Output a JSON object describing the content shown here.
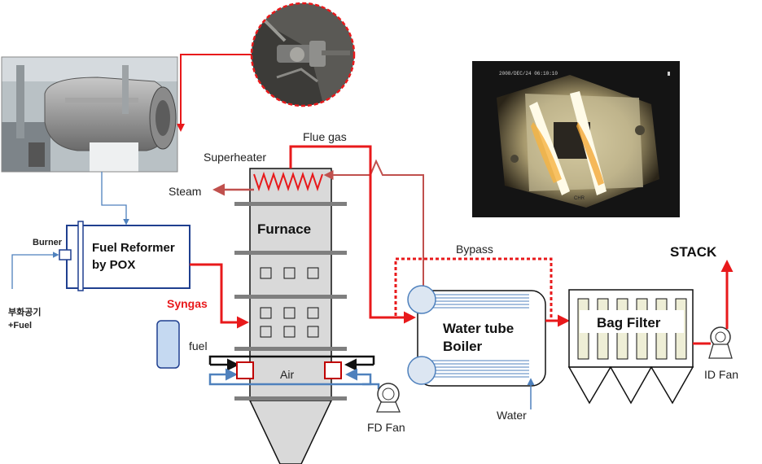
{
  "labels": {
    "superheater": "Superheater",
    "flue_gas": "Flue gas",
    "steam": "Steam",
    "furnace": "Furnace",
    "burner": "Burner",
    "fuel_reformer": "Fuel Reformer",
    "by_pox": "by POX",
    "syngas": "Syngas",
    "korean_air": "부화공기",
    "plus_fuel": "+Fuel",
    "fuel": "fuel",
    "air": "Air",
    "fd_fan": "FD Fan",
    "bypass": "Bypass",
    "water_tube": "Water tube",
    "boiler": "Boiler",
    "water": "Water",
    "bag_filter": "Bag Filter",
    "stack": "STACK",
    "id_fan": "ID Fan",
    "camera_timestamp": "2008/DEC/24 06:10:10",
    "camera_mark": "CHR"
  },
  "colors": {
    "flow_red": "#e8191b",
    "steam_red": "#c0504d",
    "air_blue": "#4f81bd",
    "black": "#111111",
    "furnace_gray": "#d9d9d9",
    "box_blue": "#1f3f8f",
    "tank_fill": "#c5d9f1",
    "drum_fill": "#dce6f2",
    "filter_bag": "#eeeed6"
  },
  "icons": [
    "furnace-photo",
    "burner-closeup-photo",
    "flame-camera-photo",
    "fd-fan-icon",
    "id-fan-icon"
  ]
}
